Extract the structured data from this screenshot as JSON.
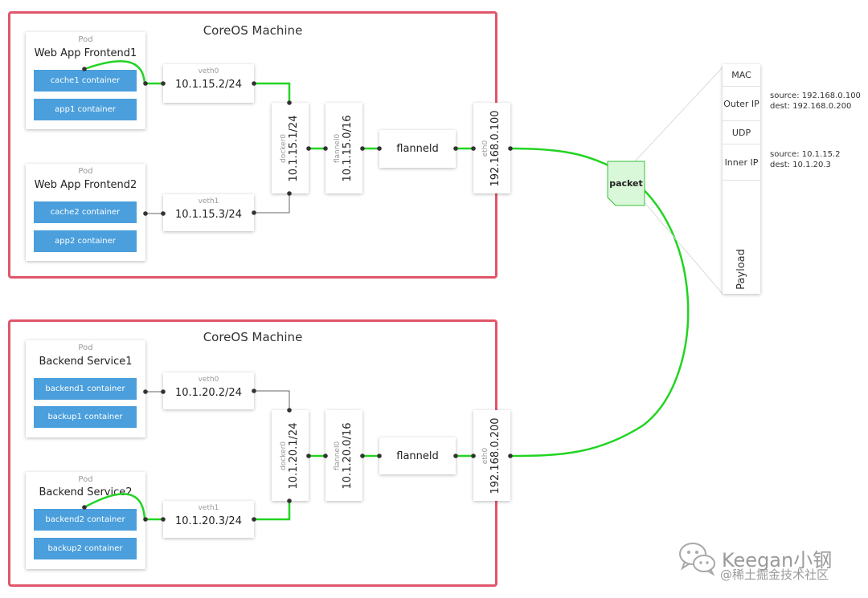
{
  "machines": [
    {
      "title": "CoreOS Machine",
      "pods": [
        {
          "caption": "Pod",
          "name": "Web App Frontend1",
          "containers": [
            "cache1 container",
            "app1 container"
          ]
        },
        {
          "caption": "Pod",
          "name": "Web App Frontend2",
          "containers": [
            "cache2 container",
            "app2 container"
          ]
        }
      ],
      "veths": [
        {
          "caption": "veth0",
          "value": "10.1.15.2/24"
        },
        {
          "caption": "veth1",
          "value": "10.1.15.3/24"
        }
      ],
      "docker0": {
        "caption": "docker0",
        "value": "10.1.15.1/24"
      },
      "flannel0": {
        "caption": "flannel0",
        "value": "10.1.15.0/16"
      },
      "flanneld": "flanneld",
      "eth0": {
        "caption": "eth0",
        "value": "192.168.0.100"
      }
    },
    {
      "title": "CoreOS Machine",
      "pods": [
        {
          "caption": "Pod",
          "name": "Backend Service1",
          "containers": [
            "backend1 container",
            "backup1 container"
          ]
        },
        {
          "caption": "Pod",
          "name": "Backend Service2",
          "containers": [
            "backend2 container",
            "backup2 container"
          ]
        }
      ],
      "veths": [
        {
          "caption": "veth0",
          "value": "10.1.20.2/24"
        },
        {
          "caption": "veth1",
          "value": "10.1.20.3/24"
        }
      ],
      "docker0": {
        "caption": "docker0",
        "value": "10.1.20.1/24"
      },
      "flannel0": {
        "caption": "flannel0",
        "value": "10.1.20.0/16"
      },
      "flanneld": "flanneld",
      "eth0": {
        "caption": "eth0",
        "value": "192.168.0.200"
      }
    }
  ],
  "packet": {
    "label": "packet",
    "layers": [
      "MAC",
      "Outer IP",
      "UDP",
      "Inner IP",
      "Payload"
    ],
    "outer_ip": {
      "source": "source: 192.168.0.100",
      "dest": "dest: 192.168.0.200"
    },
    "inner_ip": {
      "source": "source: 10.1.15.2",
      "dest": "dest: 10.1.20.3"
    }
  },
  "watermark": {
    "line1": "Keegan小钢",
    "line2": "@稀土掘金技术社区"
  },
  "colors": {
    "machine_border": "#e0566a",
    "container_fill": "#4a9fdc",
    "active_link": "#22d422",
    "packet_fill": "#d9f7d9",
    "packet_border": "#38c038"
  }
}
